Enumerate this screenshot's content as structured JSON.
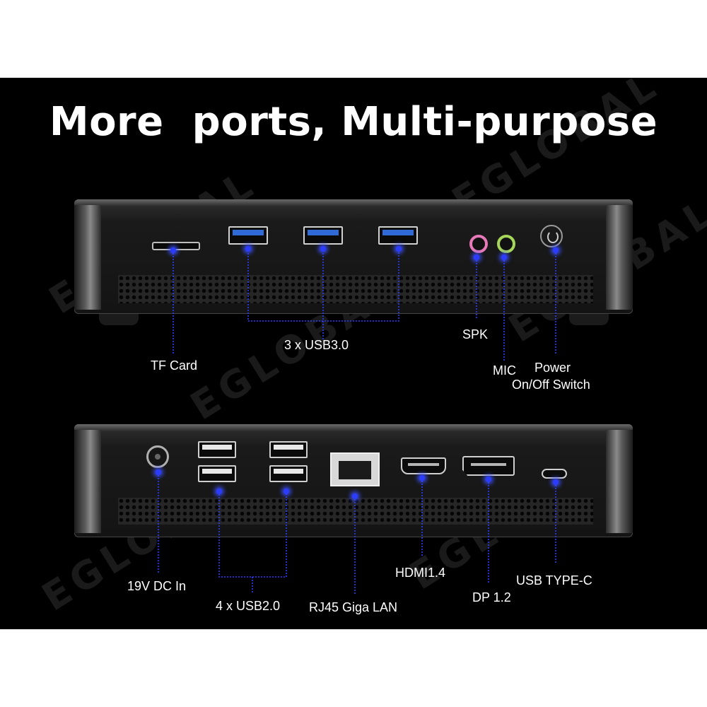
{
  "headline": "More  ports, Multi-purpose",
  "watermark": "EGLOBAL",
  "accent_color": "#2b3cff",
  "front_panel": {
    "labels": {
      "tf_card": "TF Card",
      "usb30": "3 x USB3.0",
      "spk": "SPK",
      "mic": "MIC",
      "power_line1": "Power",
      "power_line2": "On/Off Switch"
    }
  },
  "rear_panel": {
    "labels": {
      "dc_in": "19V DC In",
      "usb20": "4 x USB2.0",
      "rj45": "RJ45 Giga LAN",
      "hdmi": "HDMI1.4",
      "dp": "DP 1.2",
      "typec": "USB TYPE-C"
    }
  }
}
